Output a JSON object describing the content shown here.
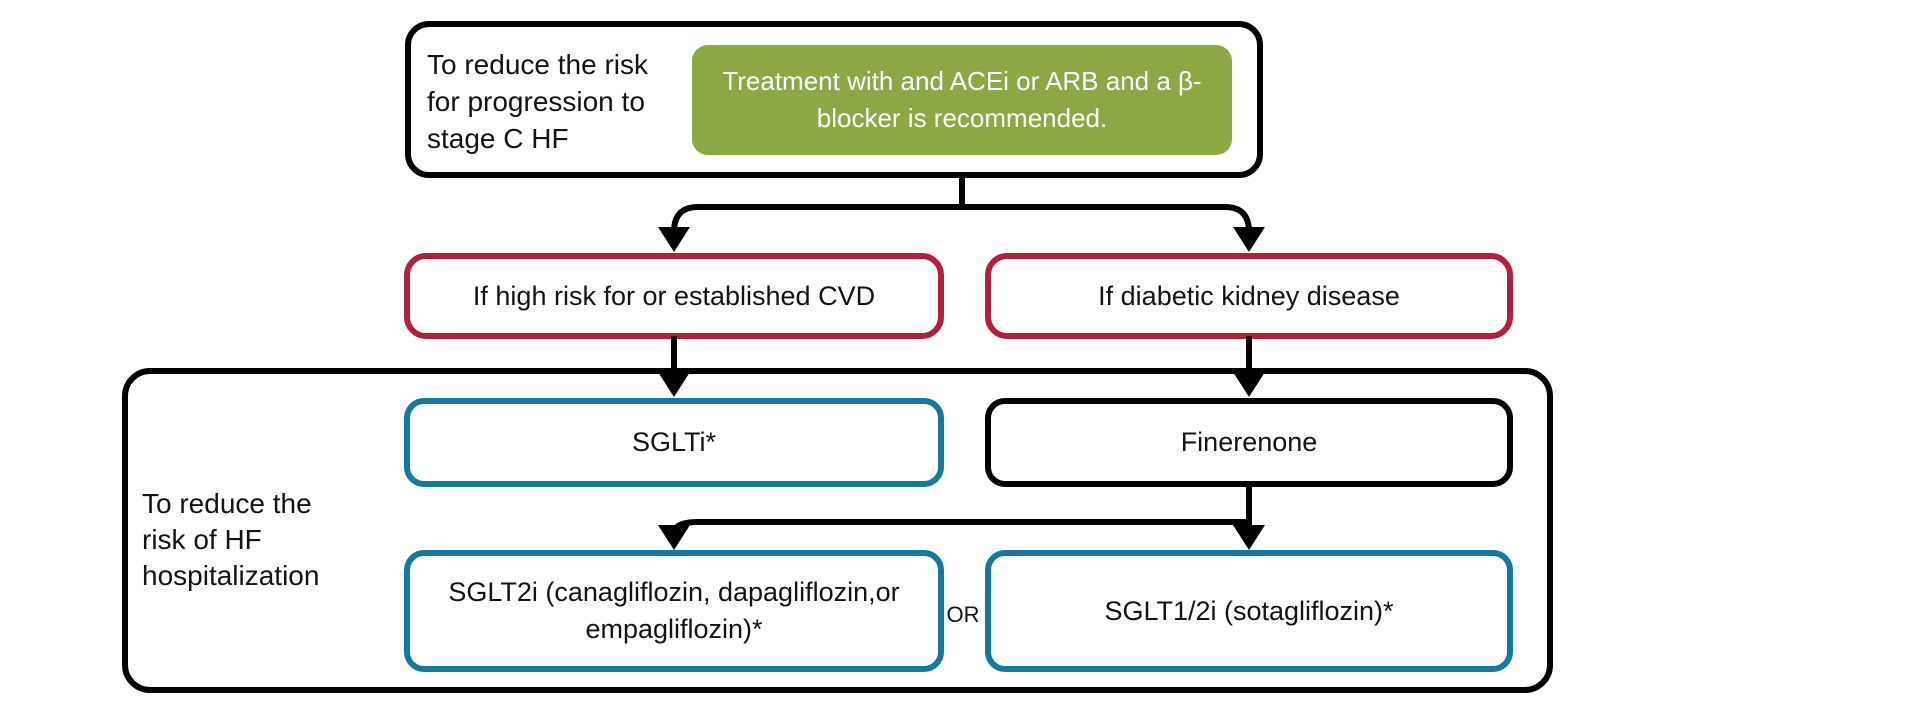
{
  "colors": {
    "line": "#000000",
    "green": "#8ca845",
    "red": "#b11f3c",
    "teal": "#15799f",
    "text": "#131313",
    "text_on_green": "#ffffff"
  },
  "top_section": {
    "label": "To reduce the risk\nfor progression to\nstage C HF",
    "recommendation": "Treatment with and ACEi or ARB and a\nβ-blocker is recommended."
  },
  "branch_row": {
    "left": "If high risk for or established CVD",
    "right": "If diabetic kidney disease"
  },
  "hospitalization_section": {
    "label": "To reduce the\nrisk of HF\nhospitalization",
    "row1": {
      "left": "SGLTi*",
      "right": "Finerenone"
    },
    "row2": {
      "left": "SGLT2i (canagliflozin, dapagliflozin,or\nempagliflozin)*",
      "or": "OR",
      "right": "SGLT1/2i (sotagliflozin)*"
    }
  }
}
